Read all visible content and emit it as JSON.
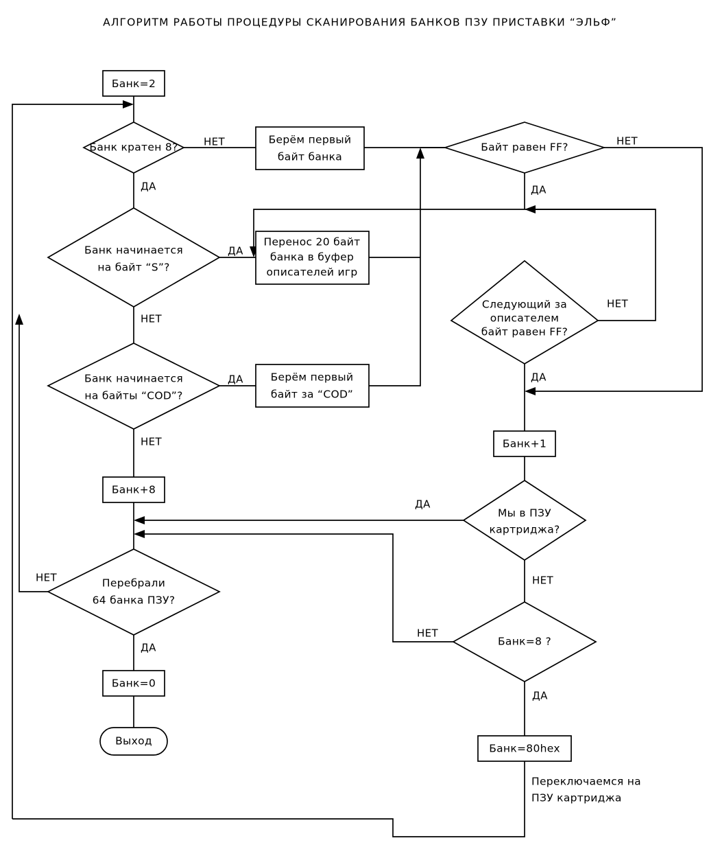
{
  "document": {
    "title": "АЛГОРИТМ РАБОТЫ ПРОЦЕДУРЫ СКАНИРОВАНИЯ БАНКОВ ПЗУ ПРИСТАВКИ “ЭЛЬФ”",
    "type": "flowchart",
    "language": "ru",
    "background_color": "#ffffff",
    "line_color": "#000000"
  },
  "nodes": {
    "start_bank2": {
      "shape": "process",
      "lines": [
        "Банк=2"
      ]
    },
    "d_multiple8": {
      "shape": "decision",
      "lines": [
        "Банк кратен 8?"
      ]
    },
    "p_first_byte": {
      "shape": "process",
      "lines": [
        "Берём первый",
        "байт банка"
      ]
    },
    "d_byte_ff": {
      "shape": "decision",
      "lines": [
        "Байт равен FF?"
      ]
    },
    "d_starts_s": {
      "shape": "decision",
      "lines": [
        "Банк начинается",
        "на байт “S”?"
      ]
    },
    "p_copy20": {
      "shape": "process",
      "lines": [
        "Перенос 20 байт",
        "банка в буфер",
        "описателей игр"
      ]
    },
    "d_next_ff": {
      "shape": "decision",
      "lines": [
        "Следующий за",
        "описателем",
        "байт равен FF?"
      ]
    },
    "d_starts_cod": {
      "shape": "decision",
      "lines": [
        "Банк начинается",
        "на байты “COD”?"
      ]
    },
    "p_first_after_cod": {
      "shape": "process",
      "lines": [
        "Берём первый",
        "байт за “COD”"
      ]
    },
    "p_bank_plus1": {
      "shape": "process",
      "lines": [
        "Банк+1"
      ]
    },
    "p_bank_plus8": {
      "shape": "process",
      "lines": [
        "Банк+8"
      ]
    },
    "d_in_cart_rom": {
      "shape": "decision",
      "lines": [
        "Мы в ПЗУ",
        "картриджа?"
      ]
    },
    "d_scanned64": {
      "shape": "decision",
      "lines": [
        "Перебрали",
        "64 банка ПЗУ?"
      ]
    },
    "d_bank_eq8": {
      "shape": "decision",
      "lines": [
        "Банк=8 ?"
      ]
    },
    "p_bank0": {
      "shape": "process",
      "lines": [
        "Банк=0"
      ]
    },
    "end_exit": {
      "shape": "terminator",
      "lines": [
        "Выход"
      ]
    },
    "p_bank80hex": {
      "shape": "process",
      "lines": [
        "Банк=80hex"
      ]
    }
  },
  "branch_labels": {
    "multiple8_no": "НЕТ",
    "multiple8_yes": "ДА",
    "byte_ff_no": "НЕТ",
    "byte_ff_yes": "ДА",
    "starts_s_yes": "ДА",
    "starts_s_no": "НЕТ",
    "next_ff_no": "НЕТ",
    "next_ff_yes": "ДА",
    "starts_cod_yes": "ДА",
    "starts_cod_no": "НЕТ",
    "in_cart_rom_yes": "ДА",
    "in_cart_rom_no": "НЕТ",
    "scanned64_no": "НЕТ",
    "scanned64_yes": "ДА",
    "bank_eq8_no": "НЕТ",
    "bank_eq8_yes": "ДА"
  },
  "annotations": {
    "switch_to_cart_rom": [
      "Переключаемся на",
      "ПЗУ картриджа"
    ]
  }
}
